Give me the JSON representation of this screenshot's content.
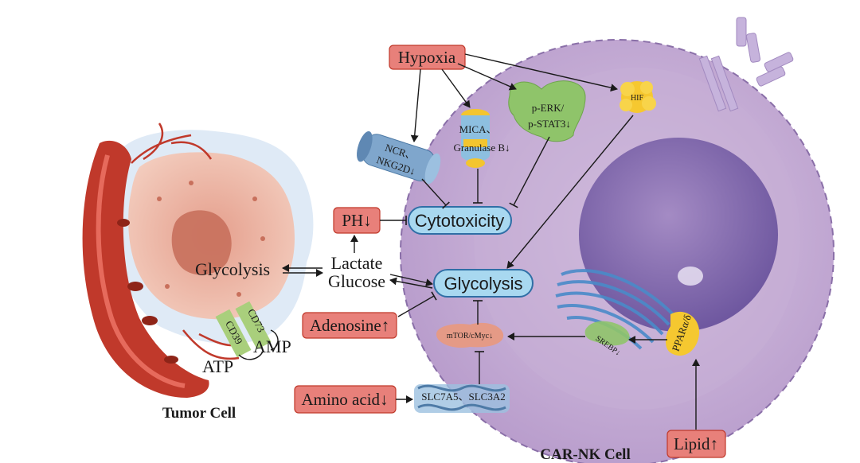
{
  "labels": {
    "hypoxia": "Hypoxia",
    "hif": "HIF",
    "perk": "p-ERK/",
    "pstat3": "p-STAT3↓",
    "mica": "MICA、",
    "granulase": "Granulase B↓",
    "ncr": "NCR、",
    "nkg2d": "NKG2D↓",
    "ph": "PH↓",
    "cytotoxicity": "Cytotoxicity",
    "glycolysis_tumor": "Glycolysis",
    "lactate": "Lactate",
    "glucose": "Glucose",
    "glycolysis_nk": "Glycolysis",
    "adenosine": "Adenosine↑",
    "cd73": "CD73",
    "cd39": "CD39",
    "amp": "AMP",
    "atp": "ATP",
    "mtor": "mTOR/cMyc↓",
    "srebp": "SREBP↓",
    "ppar": "PPARα/δ",
    "amino_acid": "Amino acid↓",
    "slc": "SLC7A5、SLC3A2",
    "lipid": "Lipid↑",
    "tumor_cell": "Tumor Cell",
    "car_nk_cell": "CAR-NK Cell"
  },
  "colors": {
    "red_box_fill": "#e8807a",
    "red_box_stroke": "#c0392b",
    "blue_pill_fill": "#a8d8f0",
    "blue_pill_stroke": "#2f6fa6",
    "cell_fill": "#c9b3d6",
    "nucleus_fill": "#8d73b3",
    "tumor_fill": "#f1b8a5",
    "vessel": "#c0392b"
  }
}
